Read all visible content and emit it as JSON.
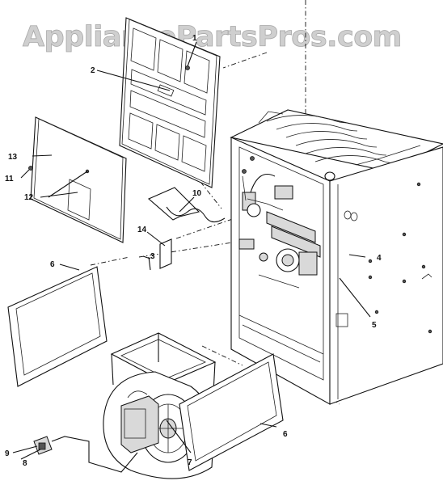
{
  "watermark": "AppliancePartsPros.com",
  "callouts": [
    {
      "id": "c1",
      "text": "1"
    },
    {
      "id": "c2",
      "text": "2"
    },
    {
      "id": "c3",
      "text": "3"
    },
    {
      "id": "c4",
      "text": "4"
    },
    {
      "id": "c5",
      "text": "5"
    },
    {
      "id": "c6a",
      "text": "6"
    },
    {
      "id": "c6b",
      "text": "6"
    },
    {
      "id": "c7",
      "text": "7"
    },
    {
      "id": "c8",
      "text": "8"
    },
    {
      "id": "c9",
      "text": "9"
    },
    {
      "id": "c10",
      "text": "10"
    },
    {
      "id": "c11",
      "text": "11"
    },
    {
      "id": "c12",
      "text": "12"
    },
    {
      "id": "c13",
      "text": "13"
    },
    {
      "id": "c14",
      "text": "14"
    }
  ]
}
